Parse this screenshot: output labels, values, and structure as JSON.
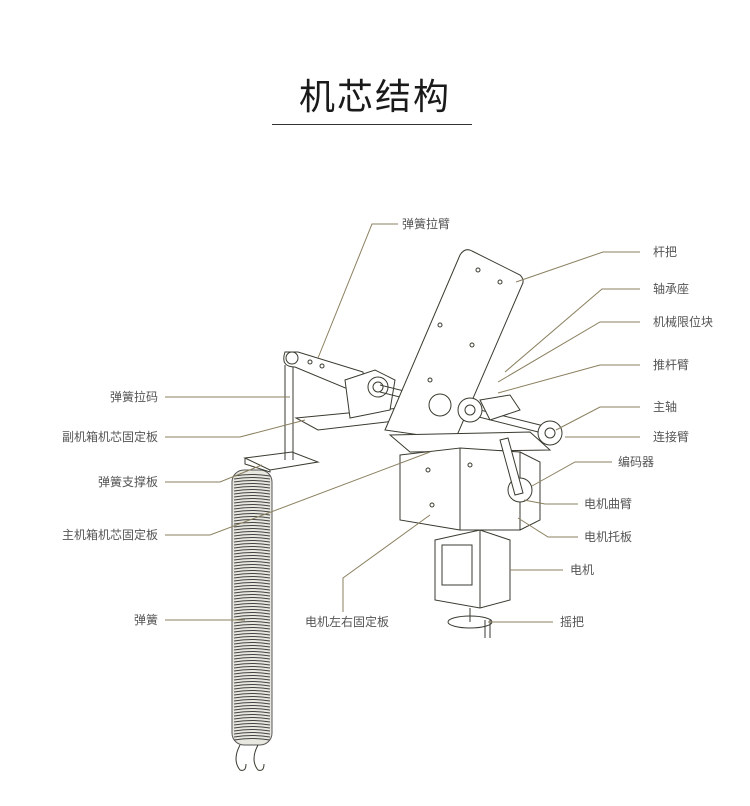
{
  "title": "机芯结构",
  "colors": {
    "leader": "#8a7f5f",
    "drawing": "#3a3a30",
    "text": "#555555"
  },
  "labels": {
    "spring_arm": "弹簧拉臂",
    "lever": "杆把",
    "bearing_seat": "轴承座",
    "mech_limit_block": "机械限位块",
    "push_rod_arm": "推杆臂",
    "main_shaft": "主轴",
    "connecting_arm": "连接臂",
    "encoder": "编码器",
    "motor_crank": "电机曲臂",
    "motor_bracket": "电机托板",
    "motor": "电机",
    "hand_crank": "摇把",
    "motor_side_plate": "电机左右固定板",
    "spring": "弹簧",
    "main_box_plate": "主机箱机芯固定板",
    "spring_support_plate": "弹簧支撑板",
    "sub_box_plate": "副机箱机芯固定板",
    "spring_clip": "弹簧拉码"
  }
}
